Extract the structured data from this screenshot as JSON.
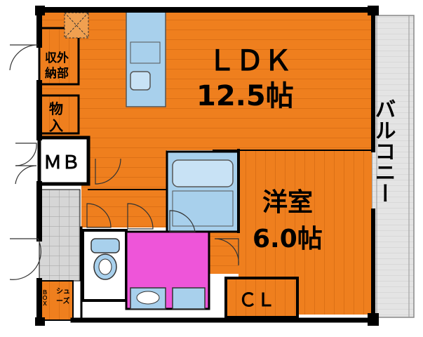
{
  "rooms": {
    "ldk": {
      "name": "ＬＤＫ",
      "size": "12.5帖"
    },
    "western": {
      "name": "洋室",
      "size": "6.0帖"
    },
    "balcony": "バルコニー",
    "exterior_storage": {
      "line1": "収外",
      "line2": "納部"
    },
    "storage": {
      "line1": "物",
      "line2": "入"
    },
    "meter_box": "ＭＢ",
    "closet": "ＣＬ",
    "shoe_box": {
      "line1": "シュ",
      "line2": "ーズ",
      "side": "ＢＯＸ"
    }
  },
  "colors": {
    "floor_wood": "#ef7f1e",
    "floor_grain": "#c9620e",
    "wash_room": "#ee55d9",
    "bath_blue": "#a8d0ec",
    "wall": "#000000",
    "balcony_gray": "#d9d9d9",
    "entrance_tile": "#cfcfcf"
  }
}
